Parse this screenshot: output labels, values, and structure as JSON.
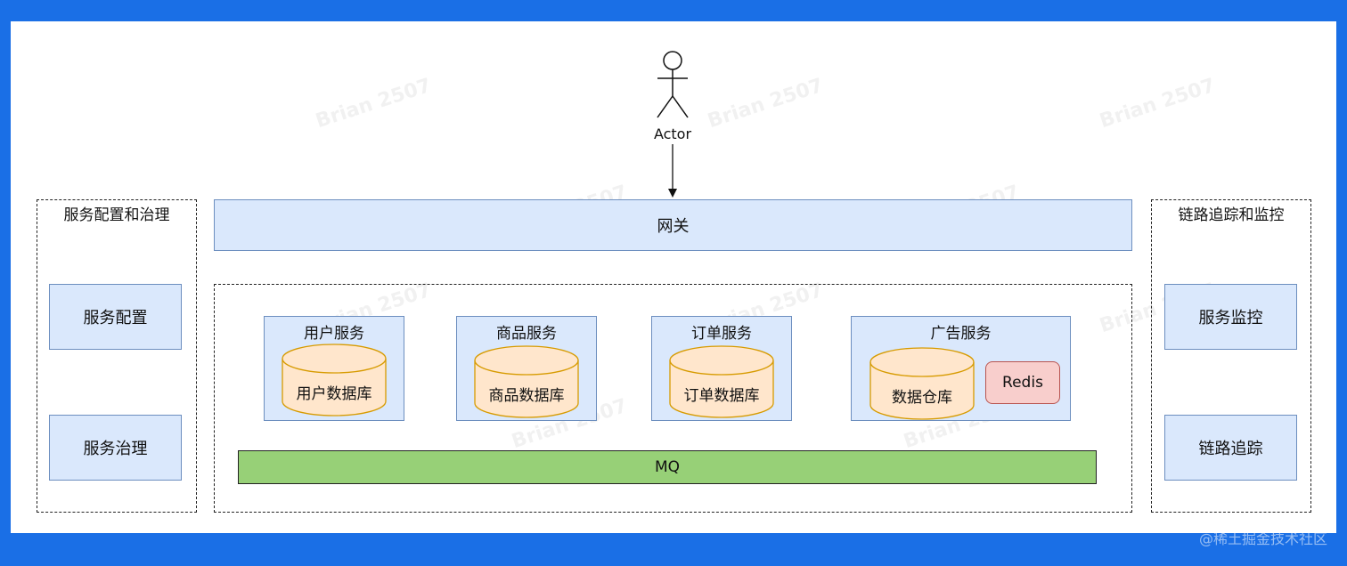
{
  "actor": {
    "label": "Actor"
  },
  "gateway": {
    "label": "网关"
  },
  "left_group": {
    "title": "服务配置和治理",
    "items": [
      "服务配置",
      "服务治理"
    ]
  },
  "right_group": {
    "title": "链路追踪和监控",
    "items": [
      "服务监控",
      "链路追踪"
    ]
  },
  "services": [
    {
      "title": "用户服务",
      "db": "用户数据库"
    },
    {
      "title": "商品服务",
      "db": "商品数据库"
    },
    {
      "title": "订单服务",
      "db": "订单数据库"
    },
    {
      "title": "广告服务",
      "db": "数据仓库",
      "cache": "Redis"
    }
  ],
  "mq": {
    "label": "MQ"
  },
  "watermark": {
    "text": "Brian 2507"
  },
  "footer": {
    "text": "@稀土掘金技术社区"
  },
  "colors": {
    "background": "#1a6fe6",
    "box_fill": "#dae8fc",
    "box_stroke": "#6c8ebf",
    "db_fill": "#ffe6cc",
    "db_stroke": "#d79b00",
    "redis_fill": "#f8cecc",
    "redis_stroke": "#b85450",
    "mq_fill": "#97d077"
  }
}
